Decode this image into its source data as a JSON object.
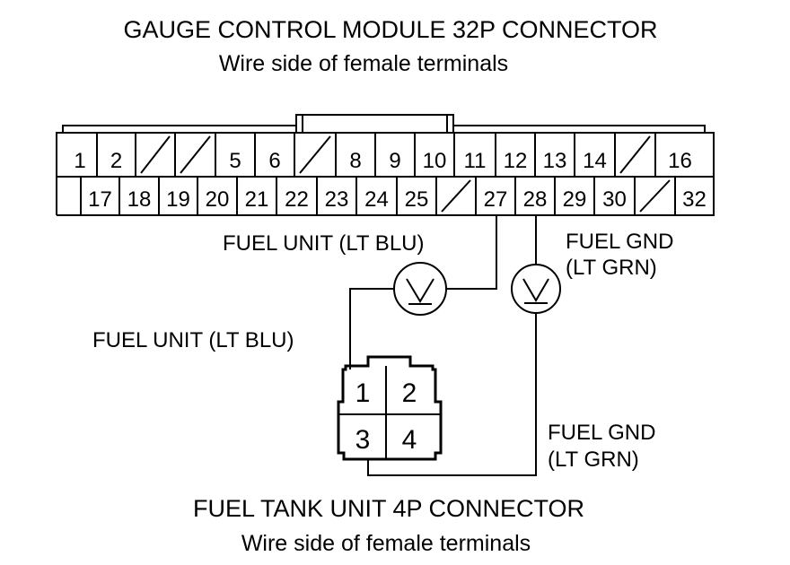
{
  "gauge_connector": {
    "title": "GAUGE CONTROL MODULE 32P CONNECTOR",
    "subtitle": "Wire side of female terminals",
    "row_top": [
      "1",
      "2",
      "",
      "",
      "5",
      "6",
      "",
      "8",
      "9",
      "10",
      "11",
      "12",
      "13",
      "14",
      "",
      "16"
    ],
    "row_bottom": [
      "",
      "17",
      "18",
      "19",
      "20",
      "21",
      "22",
      "23",
      "24",
      "25",
      "",
      "27",
      "28",
      "29",
      "30",
      "",
      "32"
    ]
  },
  "fuel_connector": {
    "title": "FUEL TANK UNIT 4P CONNECTOR",
    "subtitle": "Wire side of female terminals",
    "pins": [
      "1",
      "2",
      "3",
      "4"
    ]
  },
  "labels": {
    "fuel_unit_top": "FUEL UNIT (LT BLU)",
    "fuel_unit_left": "FUEL UNIT (LT BLU)",
    "fuel_gnd_top_1": "FUEL GND",
    "fuel_gnd_top_2": "(LT GRN)",
    "fuel_gnd_right_1": "FUEL GND",
    "fuel_gnd_right_2": "(LT GRN)"
  },
  "meters": [
    "voltmeter",
    "voltmeter"
  ]
}
